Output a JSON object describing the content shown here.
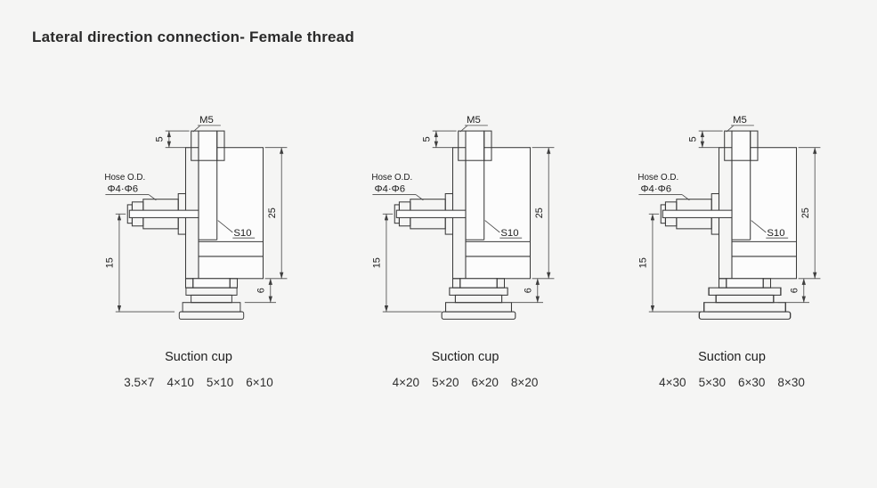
{
  "page": {
    "title": "Lateral direction connection- Female thread"
  },
  "drawings": [
    {
      "labels": {
        "thread": "M5",
        "thread_depth": "5",
        "body_height": "25",
        "side_length": "15",
        "bottom_height": "6",
        "code": "S10",
        "hose_od_label": "Hose O.D.",
        "hose_od_sizes": "Φ4·Φ6"
      },
      "caption": "Suction cup",
      "sizes": [
        "3.5×7",
        "4×10",
        "5×10",
        "6×10"
      ]
    },
    {
      "labels": {
        "thread": "M5",
        "thread_depth": "5",
        "body_height": "25",
        "side_length": "15",
        "bottom_height": "6",
        "code": "S10",
        "hose_od_label": "Hose O.D.",
        "hose_od_sizes": "Φ4·Φ6"
      },
      "caption": "Suction cup",
      "sizes": [
        "4×20",
        "5×20",
        "6×20",
        "8×20"
      ]
    },
    {
      "labels": {
        "thread": "M5",
        "thread_depth": "5",
        "body_height": "25",
        "side_length": "15",
        "bottom_height": "6",
        "code": "S10",
        "hose_od_label": "Hose O.D.",
        "hose_od_sizes": "Φ4·Φ6"
      },
      "caption": "Suction cup",
      "sizes": [
        "4×30",
        "5×30",
        "6×30",
        "8×30"
      ]
    }
  ]
}
